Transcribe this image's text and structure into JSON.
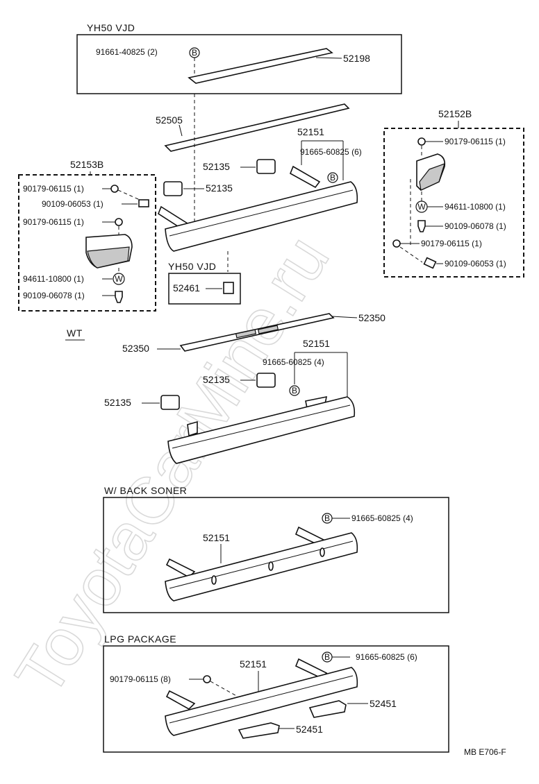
{
  "watermark": "ToyotaCarMine.ru",
  "footer_code": "MB  E706-F",
  "sections": {
    "yh50_top": "YH50 VJD",
    "yh50_mid": "YH50 VJD",
    "wt": "WT",
    "back_soner": "W/ BACK  SONER",
    "lpg": "LPG  PACKAGE"
  },
  "group_labels": {
    "left_group": "52153B",
    "right_group": "52152B"
  },
  "callout_symbols": {
    "b": "B",
    "w": "W"
  },
  "parts": {
    "p52198": "52198",
    "p91661_top": "91661-40825 (2)",
    "p52505": "52505",
    "p52151_a": "52151",
    "p91665_a": "91665-60825 (6)",
    "p52135_a1": "52135",
    "p52135_a2": "52135",
    "p52461": "52461",
    "l90179_1": "90179-06115 (1)",
    "l90109_06053": "90109-06053 (1)",
    "l90179_2": "90179-06115 (1)",
    "l94611": "94611-10800 (1)",
    "l90109_06078": "90109-06078 (1)",
    "r90179_1": "90179-06115 (1)",
    "r94611": "94611-10800 (1)",
    "r90109_06078": "90109-06078 (1)",
    "r90179_2": "90179-06115 (1)",
    "r90109_06053": "90109-06053 (1)",
    "p52350_a": "52350",
    "p52350_b": "52350",
    "p52151_b": "52151",
    "p91665_b": "91665-60825 (4)",
    "p52135_b1": "52135",
    "p52135_b2": "52135",
    "p91665_c": "91665-60825 (4)",
    "p52151_c": "52151",
    "p91665_d": "91665-60825 (6)",
    "p52151_d": "52151",
    "p90179_d": "90179-06115 (8)",
    "p52451_a": "52451",
    "p52451_b": "52451"
  }
}
